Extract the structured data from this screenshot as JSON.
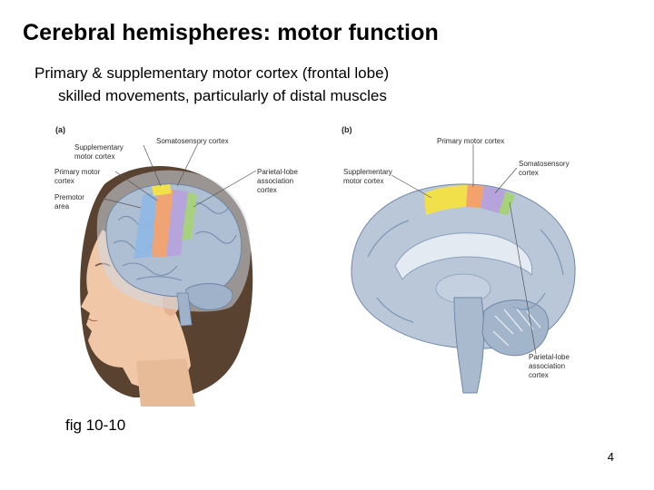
{
  "slide": {
    "title": "Cerebral hemispheres: motor function",
    "bullets": [
      "Primary & supplementary motor cortex (frontal lobe)",
      "skilled movements, particularly of distal muscles"
    ],
    "caption": "fig 10-10",
    "page_number": "4"
  },
  "figure": {
    "panel_a": {
      "tag": "(a)",
      "labels": {
        "supplementary_line1": "Supplementary",
        "supplementary_line2": "motor cortex",
        "somatosensory": "Somatosensory cortex",
        "primary_line1": "Primary motor",
        "primary_line2": "cortex",
        "parietal_line1": "Parietal-lobe",
        "parietal_line2": "association",
        "parietal_line3": "cortex",
        "premotor_line1": "Premotor",
        "premotor_line2": "area"
      }
    },
    "panel_b": {
      "tag": "(b)",
      "labels": {
        "primary": "Primary motor cortex",
        "supplementary_line1": "Supplementary",
        "supplementary_line2": "motor cortex",
        "somatosensory_line1": "Somatosensory",
        "somatosensory_line2": "cortex",
        "parietal_line1": "Parietal-lobe",
        "parietal_line2": "association",
        "parietal_line3": "cortex"
      }
    },
    "colors": {
      "supplementary": "#f2e04a",
      "primary_motor": "#f3a26e",
      "premotor": "#8fb8e6",
      "somatosensory": "#b6a3dc",
      "parietal_association": "#a6d27a",
      "brain": "#aebfd4",
      "skin": "#f0c8a8",
      "hair": "#5a4230"
    }
  }
}
